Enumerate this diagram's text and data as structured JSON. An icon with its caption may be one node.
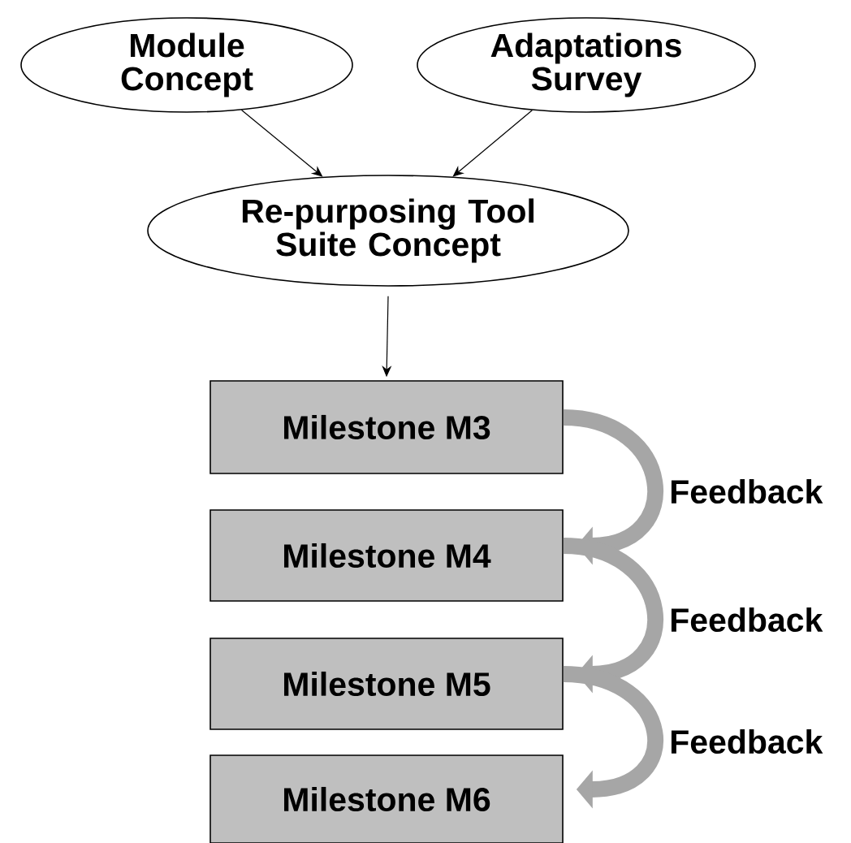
{
  "diagram": {
    "nodes": [
      {
        "text": [
          "Module Concept"
        ]
      },
      {
        "text": [
          "Adaptations Survey"
        ]
      },
      {
        "text": [
          "Re-purposing Tool Suite Concept"
        ]
      },
      {
        "text": [
          "Milestone M3"
        ]
      },
      {
        "text": [
          "Milestone M4"
        ]
      },
      {
        "text": [
          "Milestone M5"
        ]
      },
      {
        "text": [
          "Milestone M6"
        ]
      }
    ],
    "edges": [
      {
        "from": 0,
        "to": 2,
        "arrow": "to"
      },
      {
        "from": 1,
        "to": 2,
        "arrow": "to"
      },
      {
        "from": 2,
        "to": 3,
        "arrow": "to"
      },
      {
        "from": 3,
        "to": 4,
        "arrow": "to",
        "label": "Feedback",
        "style": "thick",
        "color": "#a6a6a6"
      },
      {
        "from": 4,
        "to": 5,
        "arrow": "to",
        "label": "Feedback",
        "style": "thick",
        "color": "#a6a6a6"
      },
      {
        "from": 5,
        "to": 6,
        "arrow": "to",
        "label": "Feedback",
        "style": "thick",
        "color": "#a6a6a6"
      }
    ]
  }
}
